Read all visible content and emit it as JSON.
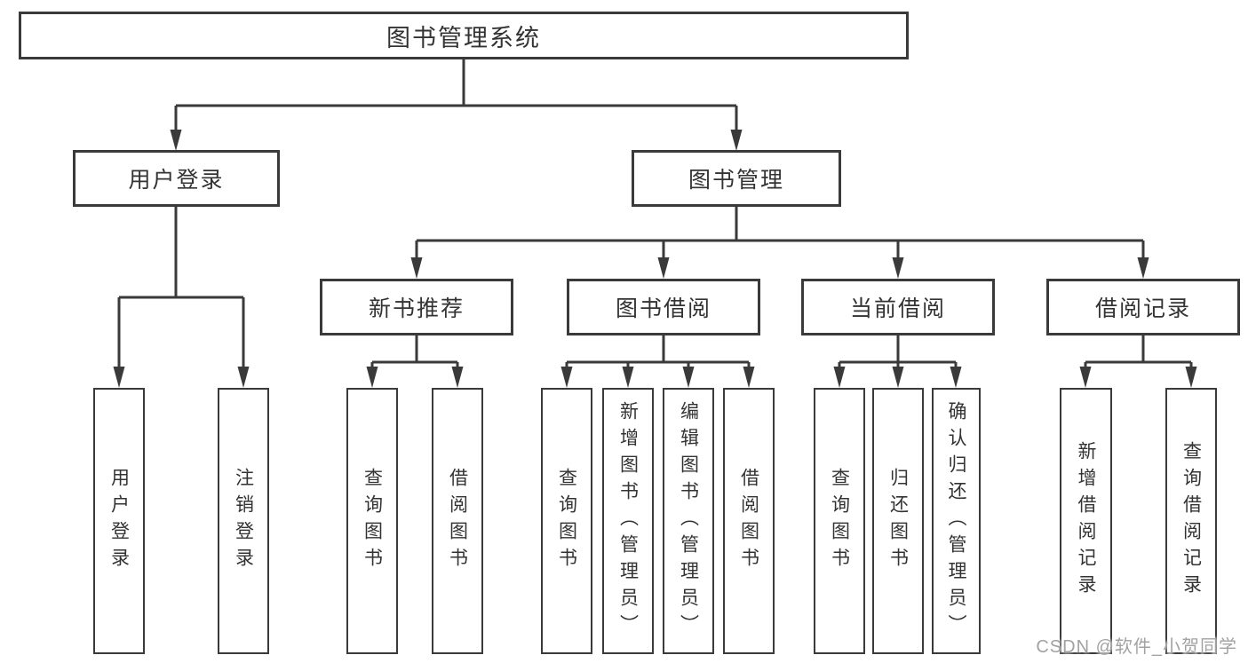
{
  "diagram": {
    "root_label": "图书管理系统",
    "branches": [
      {
        "label": "用户登录",
        "children": [
          "用户登录",
          "注销登录"
        ]
      },
      {
        "label": "图书管理",
        "groups": [
          {
            "label": "新书推荐",
            "children": [
              "查询图书",
              "借阅图书"
            ]
          },
          {
            "label": "图书借阅",
            "children": [
              "查询图书",
              "新增图书（管理员）",
              "编辑图书（管理员）",
              "借阅图书"
            ]
          },
          {
            "label": "当前借阅",
            "children": [
              "查询图书",
              "归还图书",
              "确认归还（管理员）"
            ]
          },
          {
            "label": "借阅记录",
            "children": [
              "新增借阅记录",
              "查询借阅记录"
            ]
          }
        ]
      }
    ]
  },
  "watermark": "CSDN @软件_小贺同学",
  "colors": {
    "line": "#3a3a3a",
    "text": "#333333",
    "watermark": "#a2a2a2",
    "canvas": "#ffffff"
  }
}
